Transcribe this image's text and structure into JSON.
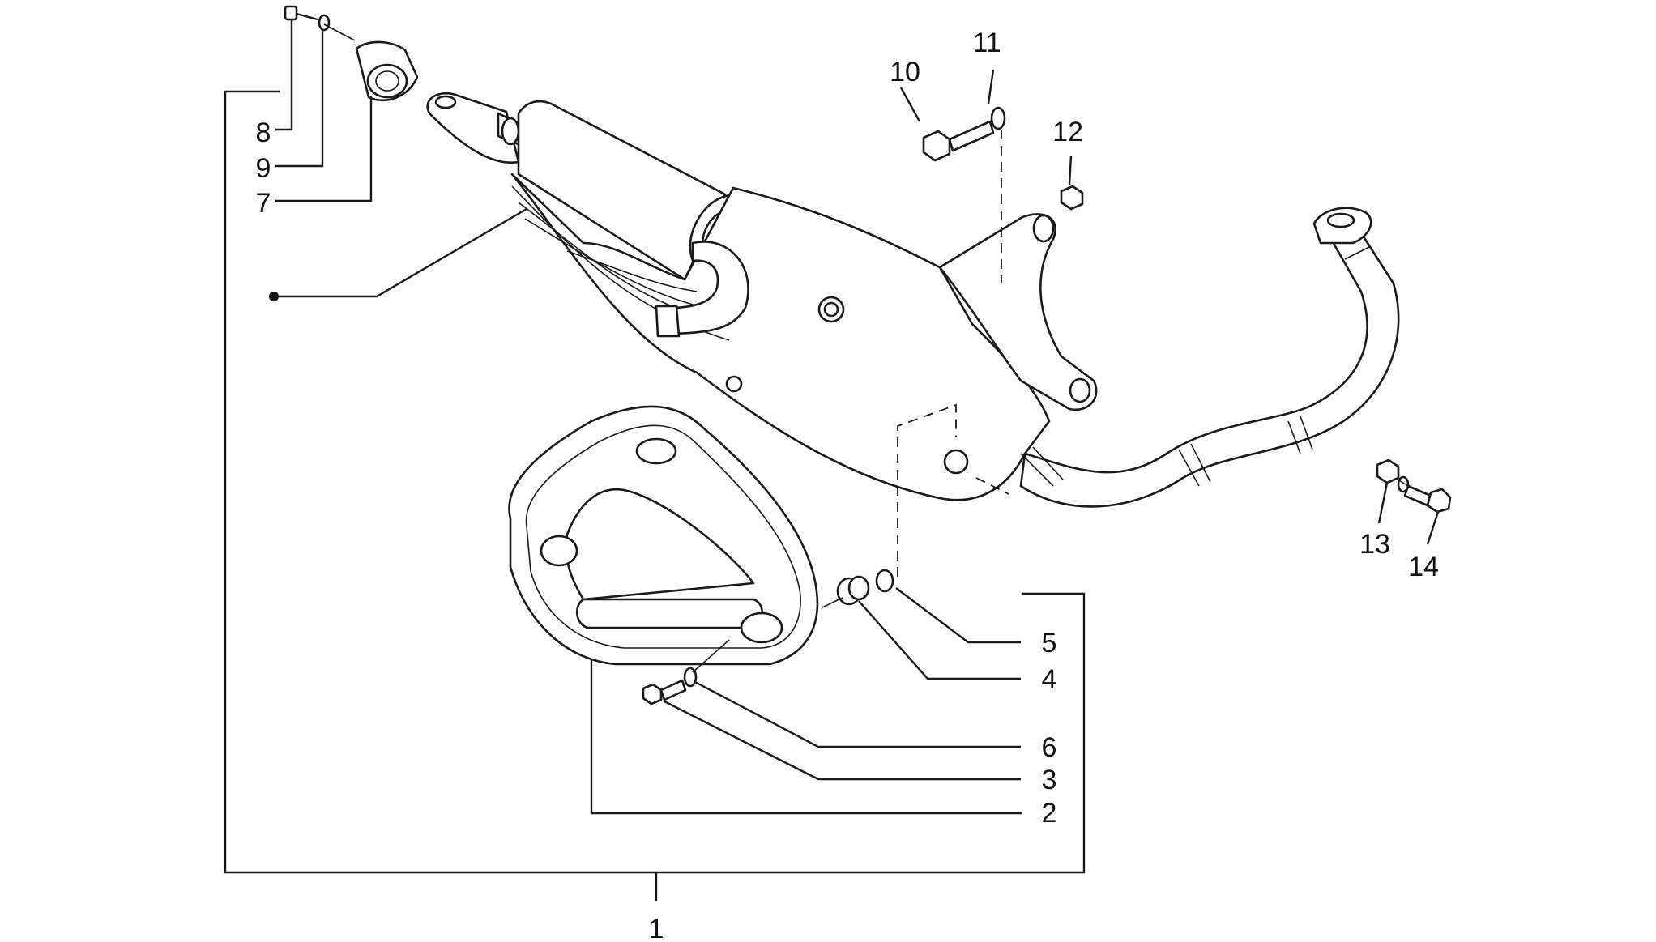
{
  "callouts": [
    {
      "id": "c1",
      "label": "1"
    },
    {
      "id": "c2",
      "label": "2"
    },
    {
      "id": "c3",
      "label": "3"
    },
    {
      "id": "c4",
      "label": "4"
    },
    {
      "id": "c5",
      "label": "5"
    },
    {
      "id": "c6",
      "label": "6"
    },
    {
      "id": "c7",
      "label": "7"
    },
    {
      "id": "c8",
      "label": "8"
    },
    {
      "id": "c9",
      "label": "9"
    },
    {
      "id": "c10",
      "label": "10"
    },
    {
      "id": "c11",
      "label": "11"
    },
    {
      "id": "c12",
      "label": "12"
    },
    {
      "id": "c13",
      "label": "13"
    },
    {
      "id": "c14",
      "label": "14"
    }
  ],
  "colors": {
    "line": "#1a1a1a",
    "background": "#ffffff"
  }
}
